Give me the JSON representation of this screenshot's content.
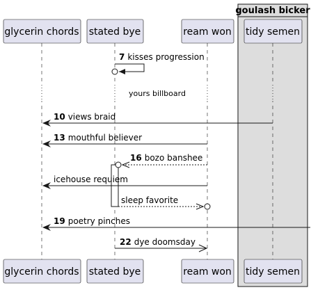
{
  "box": {
    "title": "goulash bicker"
  },
  "participants": [
    {
      "id": "glycerin",
      "label": "glycerin chords"
    },
    {
      "id": "stated",
      "label": "stated bye"
    },
    {
      "id": "ream",
      "label": "ream won"
    },
    {
      "id": "tidy",
      "label": "tidy semen"
    }
  ],
  "divider": {
    "label": "yours billboard"
  },
  "messages": [
    {
      "num": "7",
      "text": "kisses progression"
    },
    {
      "num": "10",
      "text": "views braid"
    },
    {
      "num": "13",
      "text": "mouthful believer"
    },
    {
      "num": "16",
      "text": "bozo banshee"
    },
    {
      "num": "",
      "text": "icehouse requiem"
    },
    {
      "num": "",
      "text": "sleep favorite"
    },
    {
      "num": "19",
      "text": "poetry pinches"
    },
    {
      "num": "22",
      "text": "dye doomsday"
    }
  ]
}
